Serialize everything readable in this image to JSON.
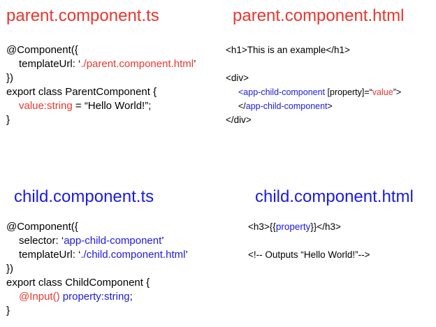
{
  "panels": {
    "parent_ts": {
      "title": "parent.component.ts",
      "lines": {
        "l1": "@Component({",
        "l2_a": "templateUrl: ‘",
        "l2_b": "./parent.component.html",
        "l2_c": "’",
        "l3": "})",
        "l4": "export class ParentComponent {",
        "l5_a": "value:string",
        "l5_b": " = “Hello World!”;",
        "l6": "}"
      }
    },
    "parent_html": {
      "title": "parent.component.html",
      "lines": {
        "l1": "<h1>This is an example</h1>",
        "l2": "<div>",
        "l3_a": "<app-child-component",
        "l3_b": " [property]=“",
        "l3_c": "value",
        "l3_d": "”>",
        "l4_a": "</",
        "l4_b": "app-child-component",
        "l4_c": ">",
        "l5": "</div>"
      }
    },
    "child_ts": {
      "title": "child.component.ts",
      "lines": {
        "l1": "@Component({",
        "l2_a": "selector: ‘",
        "l2_b": "app-child-component",
        "l2_c": "’",
        "l3_a": "templateUrl: ‘",
        "l3_b": "./child.component.html",
        "l3_c": "’",
        "l4": "})",
        "l5": "export class ChildComponent {",
        "l6_a": "@Input()",
        "l6_b": " property:string",
        "l6_c": ";",
        "l7": "}"
      }
    },
    "child_html": {
      "title": "child.component.html",
      "lines": {
        "l1_a": "<h3>{{",
        "l1_b": "property",
        "l1_c": "}}</h3>",
        "l2": "<!-- Outputs “Hello World!”-->"
      }
    }
  },
  "colors": {
    "red": "#e8362e",
    "blue": "#1a1ae6",
    "text": "#000000"
  }
}
